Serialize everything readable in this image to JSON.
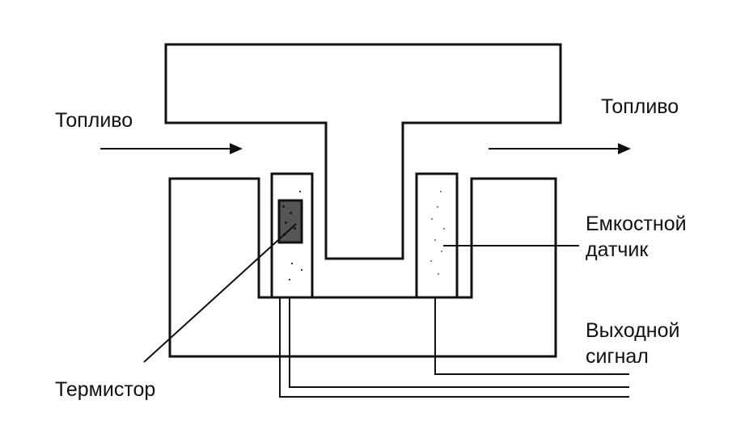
{
  "labels": {
    "fuel_in": "Топливо",
    "fuel_out": "Топливо",
    "capacitive_sensor_line1": "Емкостной",
    "capacitive_sensor_line2": "датчик",
    "output_signal_line1": "Выходной",
    "output_signal_line2": "сигнал",
    "thermistor": "Термистор"
  }
}
